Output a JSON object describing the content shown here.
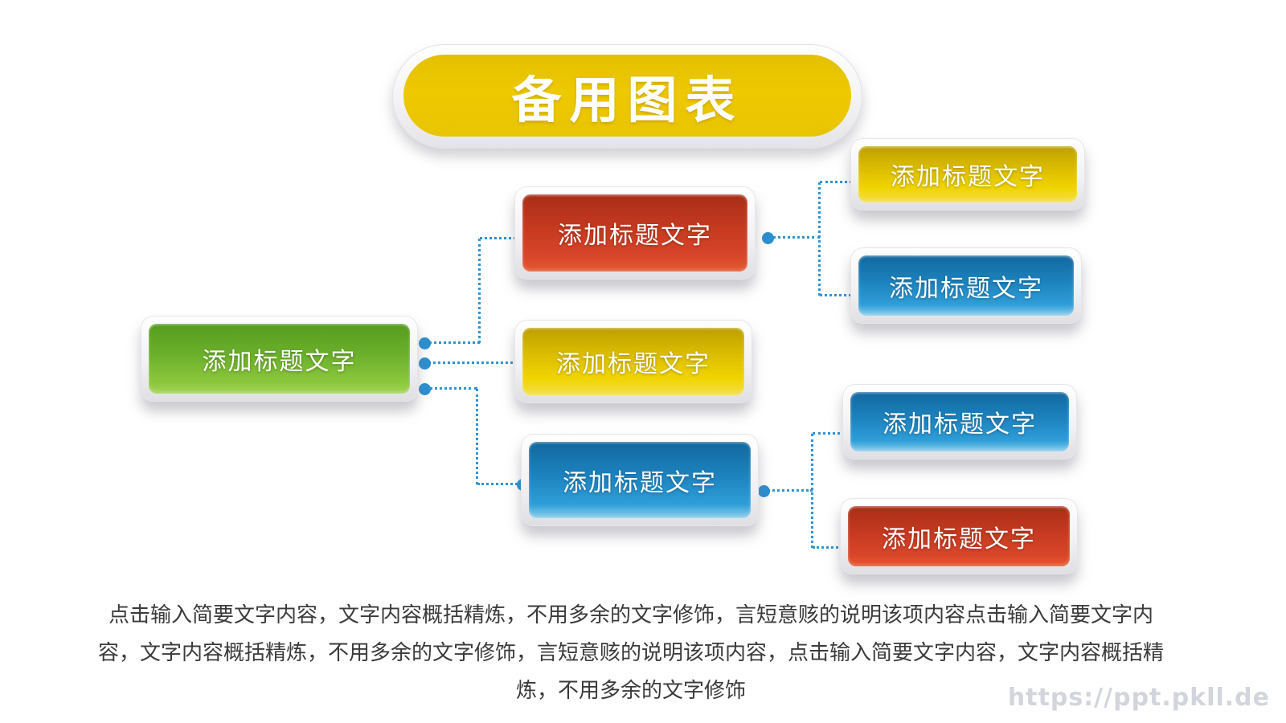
{
  "slide": {
    "title": "备用图表"
  },
  "diagram": {
    "root": {
      "label": "添加标题文字",
      "color": "green"
    },
    "level2": [
      {
        "label": "添加标题文字",
        "color": "red"
      },
      {
        "label": "添加标题文字",
        "color": "yellow"
      },
      {
        "label": "添加标题文字",
        "color": "blue"
      }
    ],
    "level3": [
      {
        "label": "添加标题文字",
        "color": "yellow"
      },
      {
        "label": "添加标题文字",
        "color": "blue"
      },
      {
        "label": "添加标题文字",
        "color": "blue"
      },
      {
        "label": "添加标题文字",
        "color": "red"
      }
    ]
  },
  "description": "点击输入简要文字内容，文字内容概括精炼，不用多余的文字修饰，言短意赅的说明该项内容点击输入简要文字内容，文字内容概括精炼，不用多余的文字修饰，言短意赅的说明该项内容，点击输入简要文字内容，文字内容概括精炼，不用多余的文字修饰",
  "watermark": "https://ppt.pkll.de",
  "colors": {
    "accent_blue": "#2b8fd0",
    "node_green": "#6cb02c",
    "node_red": "#c63a20",
    "node_yellow": "#e8c400",
    "node_blue": "#1d83bf",
    "title_yellow": "#e9c402",
    "text": "#3a3a3a",
    "watermark": "#d3d5dd"
  }
}
